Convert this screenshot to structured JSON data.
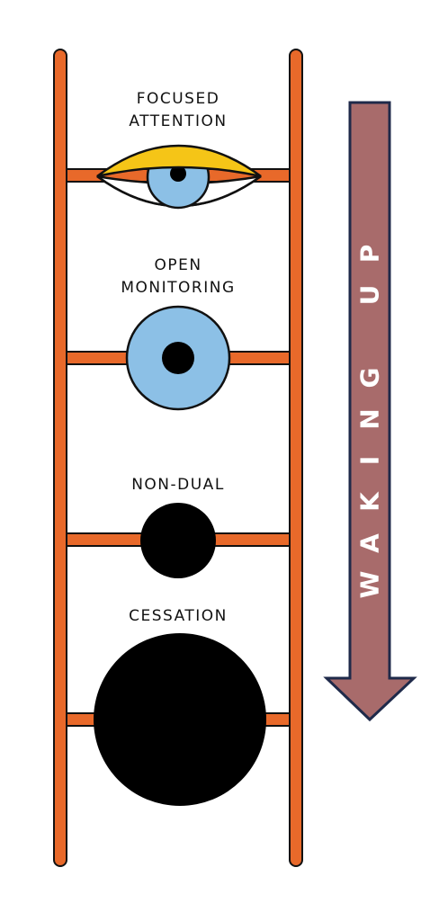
{
  "stages": [
    {
      "id": "focused-attention",
      "lines": [
        "FOCUSED",
        "ATTENTION"
      ],
      "symbol": "eye-icon"
    },
    {
      "id": "open-monitoring",
      "lines": [
        "OPEN",
        "MONITORING"
      ],
      "symbol": "iris-icon"
    },
    {
      "id": "non-dual",
      "lines": [
        "NON-DUAL"
      ],
      "symbol": "dot-icon"
    },
    {
      "id": "cessation",
      "lines": [
        "CESSATION"
      ],
      "symbol": "disc-icon"
    }
  ],
  "arrow": {
    "label": "WAKING UP",
    "letters": [
      "W",
      "A",
      "K",
      "I",
      "N",
      "G",
      "",
      "U",
      "P"
    ]
  },
  "colors": {
    "ladder": "#e8692a",
    "eyelid": "#f5c517",
    "iris": "#8cc0e6",
    "ink": "#000000",
    "arrow_fill": "#a86b6b",
    "arrow_border": "#1f2a4a",
    "arrow_text": "#ffffff"
  }
}
